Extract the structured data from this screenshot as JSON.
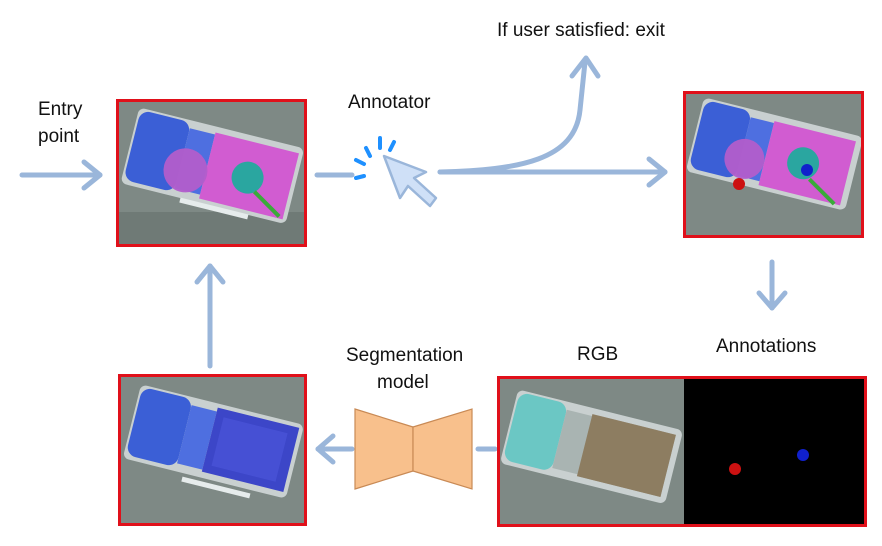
{
  "labels": {
    "entry_point_line1": "Entry",
    "entry_point_line2": "point",
    "annotator": "Annotator",
    "exit_condition": "If user satisfied: exit",
    "annotations": "Annotations",
    "rgb": "RGB",
    "segmentation_line1": "Segmentation",
    "segmentation_line2": "model"
  },
  "colors": {
    "arrow": "#9ab6da",
    "panel_border": "#e0101a",
    "model_fill": "#f8c08c",
    "model_stroke": "#c98a55",
    "cursor_fill": "#cfe0f7",
    "cursor_stroke": "#9ab6da",
    "click_burst": "#1e90ff",
    "annotation_red": "#cc1111",
    "annotation_blue": "#1020cc"
  },
  "icons": {
    "cursor": "mouse-pointer-click-icon",
    "model": "encoder-decoder-hourglass-icon"
  }
}
